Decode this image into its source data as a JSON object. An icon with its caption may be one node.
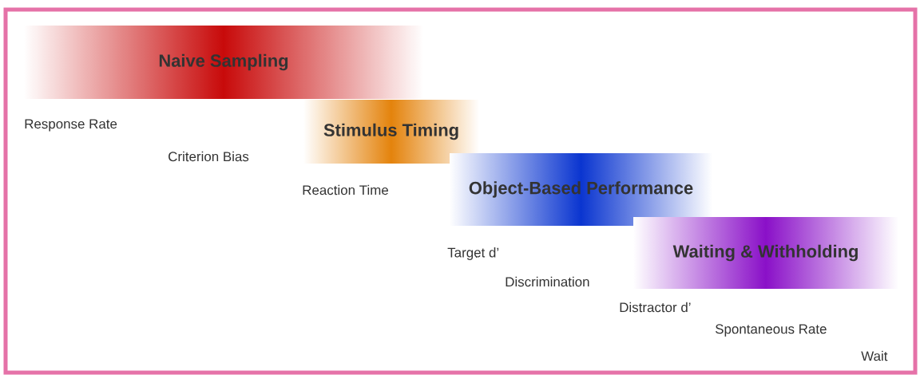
{
  "diagram": {
    "nodes": [
      {
        "text": [
          "Naive Sampling"
        ]
      },
      {
        "text": [
          "Stimulus Timing"
        ]
      },
      {
        "text": [
          "Object-Based Performance"
        ]
      },
      {
        "text": [
          "Waiting & Withholding"
        ]
      }
    ],
    "labels": [
      "Response Rate",
      "Criterion Bias",
      "Reaction Time",
      "Target d’",
      "Discrimination",
      "Distractor d’",
      "Spontaneous Rate",
      "Wait"
    ]
  }
}
